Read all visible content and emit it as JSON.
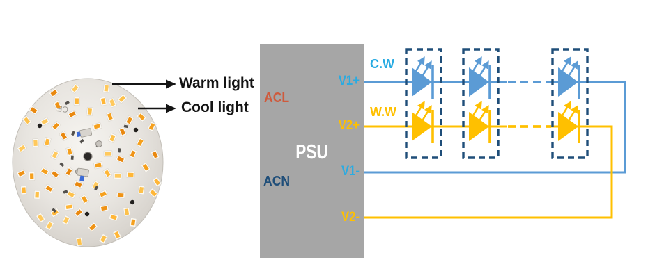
{
  "module_photo": {
    "pcb_marking": "CE",
    "callouts": [
      {
        "text": "Warm light"
      },
      {
        "text": "Cool light"
      }
    ]
  },
  "psu": {
    "label": "PSU",
    "fill_color": "#a6a6a6",
    "ac_inputs": [
      {
        "text": "ACL",
        "color": "#cf5a3c"
      },
      {
        "text": "ACN",
        "color": "#1f4e79"
      }
    ],
    "dc_ports": [
      {
        "text": "V1+",
        "color": "#29abe2"
      },
      {
        "text": "V2+",
        "color": "#ffc000"
      },
      {
        "text": "V1-",
        "color": "#29abe2"
      },
      {
        "text": "V2-",
        "color": "#ffc000"
      }
    ]
  },
  "circuit": {
    "channels": [
      {
        "label": "C.W",
        "label_color": "#29abe2",
        "wire_color": "#5b9bd5"
      },
      {
        "label": "W.W",
        "label_color": "#ffc000",
        "wire_color": "#ffc000"
      }
    ],
    "led_group_count": 3,
    "dashed_box_color": "#1f4e79"
  }
}
